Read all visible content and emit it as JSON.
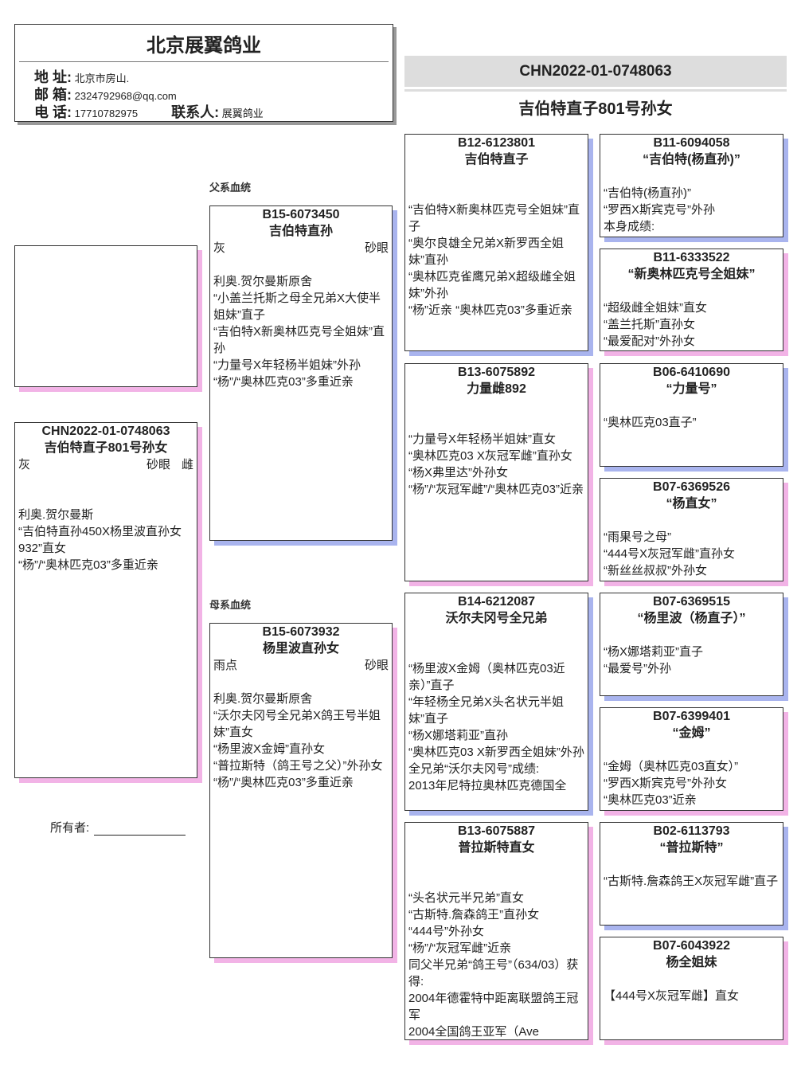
{
  "header": {
    "title": "北京展翼鸽业",
    "address_label": "地 址:",
    "address": "北京市房山.",
    "email_label": "邮 箱:",
    "email": "2324792968@qq.com",
    "phone_label": "电 话:",
    "phone": "17710782975",
    "contact_label": "联系人:",
    "contact": "展翼鸽业"
  },
  "subject_header": {
    "ring": "CHN2022-01-0748063",
    "name": "吉伯特直子801号孙女"
  },
  "sections": {
    "sire": "父系血统",
    "dam": "母系血统"
  },
  "owner": {
    "label": "所有者:"
  },
  "colors": {
    "male_shadow": "#a9b4ee",
    "female_shadow": "#f2b3e6"
  },
  "boxes": [
    {
      "ring": "CHN2022-01-0748063",
      "name": "吉伯特直子801号孙女",
      "color": "灰",
      "eye": "砂眼",
      "sex": "雌",
      "lines": [
        "利奥.贺尔曼斯",
        "“吉伯特直孙450X杨里波直孙女932”直女",
        "“杨”/“奥林匹克03”多重近亲"
      ]
    },
    {
      "ring": "B15-6073450",
      "name": "吉伯特直孙",
      "color": "灰",
      "eye": "砂眼",
      "lines": [
        "利奥.贺尔曼斯原舍",
        "“小盖兰托斯之母全兄弟X大使半姐妹”直子",
        "“吉伯特X新奥林匹克号全姐妹”直孙",
        "“力量号X年轻杨半姐妹”外孙",
        "“杨”/“奥林匹克03”多重近亲"
      ]
    },
    {
      "ring": "B15-6073932",
      "name": "杨里波直孙女",
      "color": "雨点",
      "eye": "砂眼",
      "lines": [
        "利奥.贺尔曼斯原舍",
        "“沃尔夫冈号全兄弟X鸽王号半姐妹”直女",
        "“杨里波X金姆”直孙女",
        "“普拉斯特（鸽王号之父）”外孙女",
        "“杨”/“奥林匹克03”多重近亲"
      ]
    },
    {
      "ring": "B12-6123801",
      "name": "吉伯特直子",
      "lines": [
        "“吉伯特X新奥林匹克号全姐妹”直子",
        "“奥尔良雄全兄弟X新罗西全姐妹”直孙",
        "“奥林匹克雀鹰兄弟X超级雌全姐妹”外孙",
        "“杨”近亲 “奥林匹克03”多重近亲"
      ]
    },
    {
      "ring": "B13-6075892",
      "name": "力量雌892",
      "lines": [
        "“力量号X年轻杨半姐妹”直女",
        "“奥林匹克03 X灰冠军雌”直孙女",
        "“杨X弗里达”外孙女",
        "“杨”/“灰冠军雌”/“奥林匹克03”近亲"
      ]
    },
    {
      "ring": "B14-6212087",
      "name": "沃尔夫冈号全兄弟",
      "lines": [
        "“杨里波X金姆（奥林匹克03近亲）”直子",
        "“年轻杨全兄弟X头名状元半姐妹”直子",
        "“杨X娜塔莉亚”直孙",
        "“奥林匹克03 X新罗西全姐妹”外孙",
        "全兄弟“沃尔夫冈号”成绩:",
        "2013年尼特拉奥林匹克德国全"
      ]
    },
    {
      "ring": "B13-6075887",
      "name": "普拉斯特直女",
      "lines": [
        "“头名状元半兄弟”直女",
        "“古斯特.詹森鸽王”直孙女",
        "“444号”外孙女",
        "“杨”/“灰冠军雌”近亲",
        "同父半兄弟“鸽王号”（634/03）获得:",
        "2004年德霍特中距离联盟鸽王冠军",
        "2004全国鸽王亚军（Ave"
      ]
    },
    {
      "ring": "B11-6094058",
      "name": "“吉伯特(杨直孙)”",
      "lines": [
        "“吉伯特(杨直孙)”",
        "“罗西X斯宾克号”外孙",
        "本身成绩:"
      ]
    },
    {
      "ring": "B11-6333522",
      "name": "“新奥林匹克号全姐妹”",
      "lines": [
        "“超级雌全姐妹”直女",
        "“盖兰托斯”直孙女",
        "“最爱配对”外孙女"
      ]
    },
    {
      "ring": "B06-6410690",
      "name": "“力量号”",
      "lines": [
        "“奥林匹克03直子”"
      ]
    },
    {
      "ring": "B07-6369526",
      "name": "“杨直女”",
      "lines": [
        "“雨果号之母”",
        "“444号X灰冠军雌”直孙女",
        "“新丝丝叔叔”外孙女"
      ]
    },
    {
      "ring": "B07-6369515",
      "name": "“杨里波（杨直子）”",
      "lines": [
        "“杨X娜塔莉亚”直子",
        "“最爱号”外孙"
      ]
    },
    {
      "ring": "B07-6399401",
      "name": "“金姆”",
      "lines": [
        "“金姆（奥林匹克03直女）”",
        "“罗西X斯宾克号”外孙女",
        "“奥林匹克03”近亲"
      ]
    },
    {
      "ring": "B02-6113793",
      "name": "“普拉斯特”",
      "lines": [
        "“古斯特.詹森鸽王X灰冠军雌”直子"
      ]
    },
    {
      "ring": "B07-6043922",
      "name": "杨全姐妹",
      "lines": [
        "【444号X灰冠军雌】直女"
      ]
    }
  ]
}
